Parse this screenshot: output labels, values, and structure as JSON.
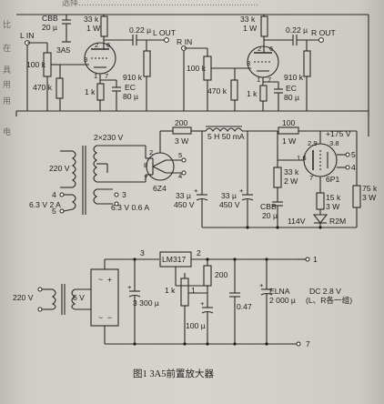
{
  "top_fragment": "选择…………………………………………………………",
  "side_text": [
    "比",
    "在",
    "具",
    "用",
    "用",
    "电"
  ],
  "left_channel": {
    "input": "L IN",
    "output": "L OUT",
    "cbb": [
      "CBB",
      "20 µ"
    ],
    "tube": "3A5",
    "r_top": [
      "33 k",
      "1 W"
    ],
    "c_out": "0.22 µ",
    "pot": "100 k",
    "r_grid": "470 k",
    "r_cath": "1 k",
    "r_load": "910 k",
    "ec": [
      "EC",
      "80 µ"
    ],
    "pins": [
      "2",
      "6",
      "3",
      "1",
      "7"
    ]
  },
  "right_channel": {
    "input": "R IN",
    "output": "R OUT",
    "r_top": [
      "33 k",
      "1 W"
    ],
    "c_out": "0.22 µ",
    "pot": "100 k",
    "r_grid": "470 k",
    "r_cath": "1 k",
    "r_load": "910 k",
    "ec": [
      "EC",
      "80 µ"
    ],
    "pins": [
      "2",
      "6",
      "3",
      "1",
      "7"
    ]
  },
  "power_supply": {
    "tr_secondary": "2×230 V",
    "tr_primary": "220 V",
    "heater_1": "6.3 V 2 A",
    "heater_2": "6.3 V 0.6 A",
    "r_200": [
      "200",
      "3 W"
    ],
    "rect_tube": "6Z4",
    "rect_pins": [
      "2",
      "8",
      "7",
      "5",
      "4"
    ],
    "choke": "5 H 50 mA",
    "cap_1": [
      "33 µ",
      "450 V"
    ],
    "cap_2": [
      "33 µ",
      "450 V"
    ],
    "r_100": [
      "100",
      "1 W"
    ],
    "v_out": "+175 V",
    "reg_tube": "6P1",
    "reg_pins": [
      "2.9",
      "3.8",
      "1.6",
      "7"
    ],
    "r_33k": [
      "33 k",
      "2 W"
    ],
    "cbb2": [
      "CBB",
      "20 µ"
    ],
    "r_15k": [
      "15 k",
      "3 W"
    ],
    "r_75k": [
      "75 k",
      "3 W"
    ],
    "zener": "114V",
    "zener_label": "R2M",
    "term_labels": [
      "5",
      "4",
      "3",
      "4",
      "5"
    ]
  },
  "filament_supply": {
    "tr_in": "220 V",
    "tr_out": "6 V",
    "regulator": "LM317",
    "pin_3": "3",
    "pin_2": "2",
    "pin_1": "1",
    "c_in": "3 300 µ",
    "r_200": "200",
    "pot": "1 k",
    "c_adj": "100 µ",
    "c_047": "0.47",
    "elna": [
      "ELNA",
      "2 000 µ"
    ],
    "dc": [
      "DC 2.8 V",
      "(L、R各一组)"
    ],
    "out_terms": [
      "1",
      "7"
    ]
  },
  "caption": "图1   3A5前置放大器"
}
